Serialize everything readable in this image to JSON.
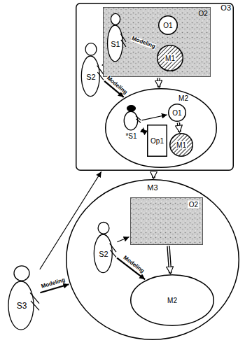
{
  "diagram": {
    "nodes": [
      {
        "text": [
          "O3"
        ]
      },
      {
        "text": [
          "O2"
        ],
        "in": 0
      },
      {
        "text": [
          "S1"
        ],
        "in": 1
      },
      {
        "text": [
          "O1"
        ],
        "in": 1
      },
      {
        "text": [
          "M1"
        ],
        "in": 1
      },
      {
        "text": [
          "S2"
        ],
        "in": 0
      },
      {
        "text": [
          "M2"
        ],
        "in": 0
      },
      {
        "text": [
          "*S1"
        ],
        "in": 6
      },
      {
        "text": [
          "O1"
        ],
        "in": 6
      },
      {
        "text": [
          "Op1"
        ],
        "in": 6
      },
      {
        "text": [
          "M1"
        ],
        "in": 6
      },
      {
        "text": [
          "S3"
        ]
      },
      {
        "text": [
          "M3"
        ]
      },
      {
        "text": [
          "O2"
        ],
        "in": 12
      },
      {
        "text": [
          "S2"
        ],
        "in": 12
      },
      {
        "text": [
          "M2"
        ],
        "in": 12
      }
    ],
    "edges": [
      {
        "from": 2,
        "to": 3,
        "arrow": "to"
      },
      {
        "from": 2,
        "to": 4,
        "label": "Modeling",
        "arrow": "to"
      },
      {
        "from": 3,
        "to": 4,
        "arrow": "to"
      },
      {
        "from": 5,
        "to": 1,
        "arrow": "to"
      },
      {
        "from": 5,
        "to": 6,
        "label": "Modeling",
        "arrow": "to"
      },
      {
        "from": 1,
        "to": 6,
        "arrow": "to"
      },
      {
        "from": 7,
        "to": 8,
        "arrow": "to"
      },
      {
        "from": 7,
        "to": 9,
        "arrow": "both"
      },
      {
        "from": 8,
        "to": 10,
        "arrow": "to"
      },
      {
        "from": 11,
        "to": 0,
        "arrow": "to"
      },
      {
        "from": 11,
        "to": 12,
        "label": "Modeling",
        "arrow": "to"
      },
      {
        "from": 0,
        "to": 12,
        "arrow": "to"
      },
      {
        "from": 14,
        "to": 13,
        "arrow": "to"
      },
      {
        "from": 14,
        "to": 15,
        "label": "Modeling",
        "arrow": "to"
      },
      {
        "from": 13,
        "to": 15,
        "arrow": "to"
      }
    ]
  }
}
